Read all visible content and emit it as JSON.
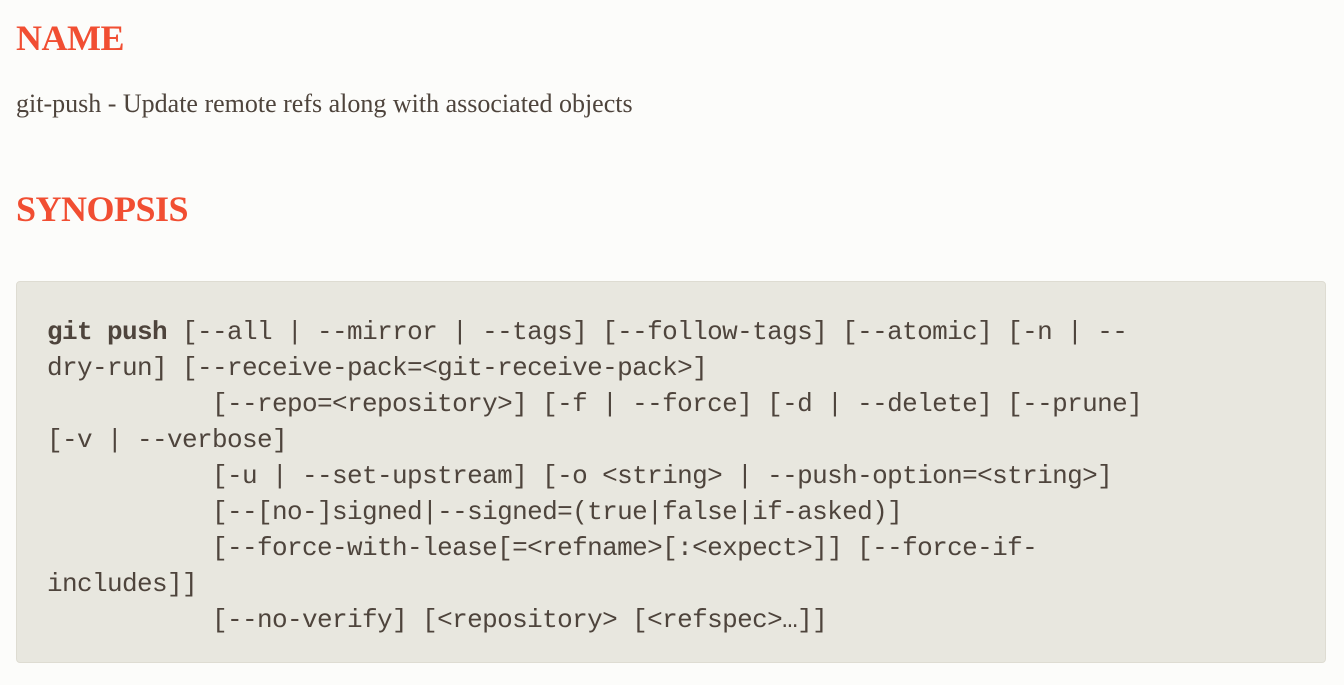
{
  "sections": {
    "name": {
      "heading": "NAME",
      "text": "git-push - Update remote refs along with associated objects"
    },
    "synopsis": {
      "heading": "SYNOPSIS",
      "command": "git push",
      "lines": [
        " [--all | --mirror | --tags] [--follow-tags] [--atomic] [-n | --",
        "dry-run] [--receive-pack=<git-receive-pack>]",
        "           [--repo=<repository>] [-f | --force] [-d | --delete] [--prune]",
        "[-v | --verbose]",
        "           [-u | --set-upstream] [-o <string> | --push-option=<string>]",
        "           [--[no-]signed|--signed=(true|false|if-asked)]",
        "           [--force-with-lease[=<refname>[:<expect>]] [--force-if-",
        "includes]]",
        "           [--no-verify] [<repository> [<refspec>…]]"
      ]
    }
  },
  "colors": {
    "heading": "#f14e32",
    "text": "#4e443c",
    "code_background": "#e8e7df",
    "page_background": "#fcfcfa"
  }
}
